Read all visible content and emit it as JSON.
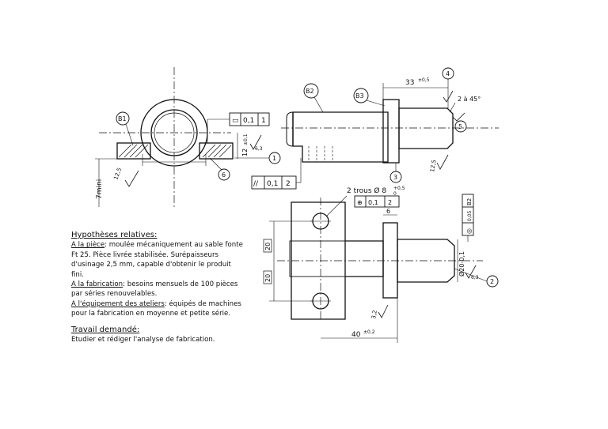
{
  "drawing": {
    "bubbles": {
      "b1": "B1",
      "b2": "B2",
      "b3": "B3",
      "n1": "1",
      "n2": "2",
      "n3": "3",
      "n4": "4",
      "n5": "5",
      "n6": "6"
    },
    "dims": {
      "d33": "33",
      "d33_tol": "±0,5",
      "d12": "12",
      "d12_tol": "±0,1",
      "d7mini": "7mini",
      "d40": "40",
      "d40_tol": "±0,2",
      "d20a": "20",
      "d20b": "20",
      "chamfer": "2 à 45°",
      "holes": "2 trous Ø 8",
      "holes_tol": "+0,5",
      "holes_tol2": "0",
      "d_shaft": "Ø20-0,1",
      "d6": "6",
      "ra63": "6,3",
      "ra125": "12,5",
      "ra32": "3,2"
    },
    "tolerances": {
      "flat": {
        "sym": "▭",
        "val": "0,1",
        "ref": "1"
      },
      "parallel": {
        "sym": "//",
        "val": "0,1",
        "ref": "2"
      },
      "position": {
        "sym": "⊕",
        "val": "0,1",
        "ref": "2"
      },
      "concentric": {
        "sym": "◎",
        "val": "0,05",
        "ref": "B2"
      }
    }
  },
  "notes": {
    "title": "Hypothèses relatives:",
    "piece_label": "A la pièce",
    "piece_text": ": moulée mécaniquement au sable fonte Ft 25. Pièce livrée stabilisée. Surépaisseurs d'usinage 2,5 mm, capable d'obtenir le produit fini.",
    "fab_label": "A la fabrication",
    "fab_text": ": besoins mensuels de 100 pièces par séries renouvelables.",
    "equip_label": "A l'équipement des ateliers",
    "equip_text": ": équipés de machines pour la fabrication en moyenne et petite série.",
    "work_title": "Travail demandé:",
    "work_text": "Etudier et rédiger l'analyse de fabrication."
  }
}
